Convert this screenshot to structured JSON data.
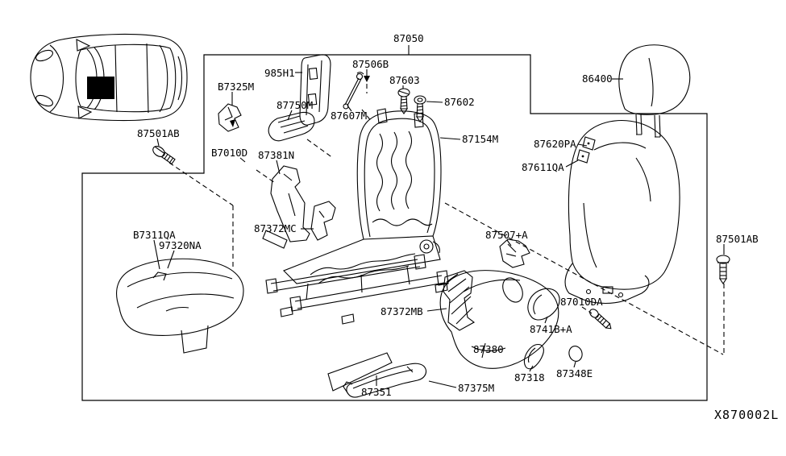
{
  "diagram": {
    "drawing_code": "X870002L",
    "labels": {
      "assembly": "87050",
      "headrest_holder": "985H1",
      "bracket_b7325m": "B7325M",
      "screw_87506b": "87506B",
      "bolt_87603": "87603",
      "bolt_87602": "87602",
      "rod_87607m": "87607M",
      "trim_87750m": "87750M",
      "frame_87154m": "87154M",
      "headrest": "86400",
      "clip_87620pa": "87620PA",
      "pad_87611qa": "87611QA",
      "bolt_87501ab_left": "87501AB",
      "screw_b7010d": "B7010D",
      "bracket_87381n": "87381N",
      "cover_87372mc": "87372MC",
      "pad_b7311qa": "B7311QA",
      "trim_97320na": "97320NA",
      "clip_87507a": "87507+A",
      "cover_87372mb": "87372MB",
      "shield_87380": "87380",
      "finisher_8741ba": "8741B+A",
      "screw_87010da": "87010DA",
      "strip_87351": "87351",
      "lever_87375m": "87375M",
      "knob_87318": "87318",
      "grommet_87348e": "87348E",
      "bolt_87501ab_right": "87501AB"
    }
  }
}
